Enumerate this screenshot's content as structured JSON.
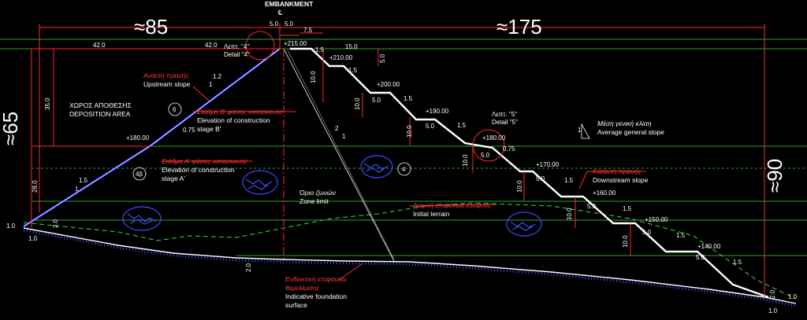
{
  "drawing": {
    "header": {
      "embankment_title": "EMBANKMENT",
      "axis_symbol": "℄",
      "width_left": "≈85",
      "width_right": "≈175",
      "crest_half_left": "5.0",
      "crest_half_right": "5.0"
    },
    "left_dims": {
      "total_height": "≈65",
      "upper_height": "35.0",
      "lower_height": "28.0",
      "bench_42a": "42.0",
      "bench_42b": "42.0",
      "toe_2": "2.0",
      "toe_1": "1.0",
      "toe_1b": "1.0",
      "mid_2": "2.0"
    },
    "right_dims": {
      "total_height": "≈90",
      "bench_7_5": "7.5",
      "bench_15": "15.0",
      "toe_2": "2.0",
      "toe_1": "1.0",
      "toe_1b": "1.0",
      "crest_5": "5.0"
    },
    "elevations": {
      "crest": "+215.00",
      "stage_b_level": "+180.00",
      "b1": "+210.00",
      "b2": "+200.00",
      "b3": "+190.00",
      "b4": "+180.00",
      "b5": "+170.00",
      "b6": "+160.00",
      "b7": "+150.00",
      "b8": "+140.00"
    },
    "bench_widths": "5.0",
    "step_heights": "10.0",
    "slopes": {
      "one": "1",
      "one_point_two": "1.2",
      "one_point_five": "1.5",
      "two": "2",
      "zero_75": "0.75",
      "avg_symbol": "1"
    },
    "labels": {
      "detail4_gr": "Λεπτ. \"4\"",
      "detail4_en": "Detail \"4\"",
      "detail5_gr": "Λεπτ. \"5\"",
      "detail5_en": "Detail \"5\"",
      "upstream_gr": "Ανάντη πρανής",
      "upstream_en": "Upstream slope",
      "deposition_gr": "ΧΩΡΟΣ ΑΠΟΘΕΣΗΣ",
      "deposition_en": "DEPOSITION AREA",
      "stageB_gr": "Στάθμη Β' φάσης κατασκευής",
      "stageB_en1": "Elevation of construction",
      "stageB_en2": "stage B'",
      "stageA_gr": "Στάθμη Α' φάσης κατασκευής",
      "stageA_en1": "Elevation of construction",
      "stageA_en2": "stage A'",
      "zone_gr": "Όριο ζωνών",
      "zone_en": "Zone limit",
      "avg_gr": "Μέση γενική κλίση",
      "avg_en": "Average general slope",
      "downstream_gr": "Κατάντη πρανής",
      "downstream_en": "Downstream slope",
      "terrain_gr": "Αρχική επιφάνεια εδάφους",
      "terrain_en": "Initial terrain",
      "found_gr1": "Ενδεικτική επιφάνεια",
      "found_gr2": "θεμελίωσης",
      "found_en1": "Indicative foundation",
      "found_en2": "surface",
      "zone6": "6",
      "zone4b": "4β",
      "zone4": "4"
    },
    "colors": {
      "background": "#000000",
      "outline": "#ffffff",
      "dimension": "#ff2a2a",
      "grid": "#3ddc3d",
      "fill_symbol": "#3b4bff"
    }
  }
}
